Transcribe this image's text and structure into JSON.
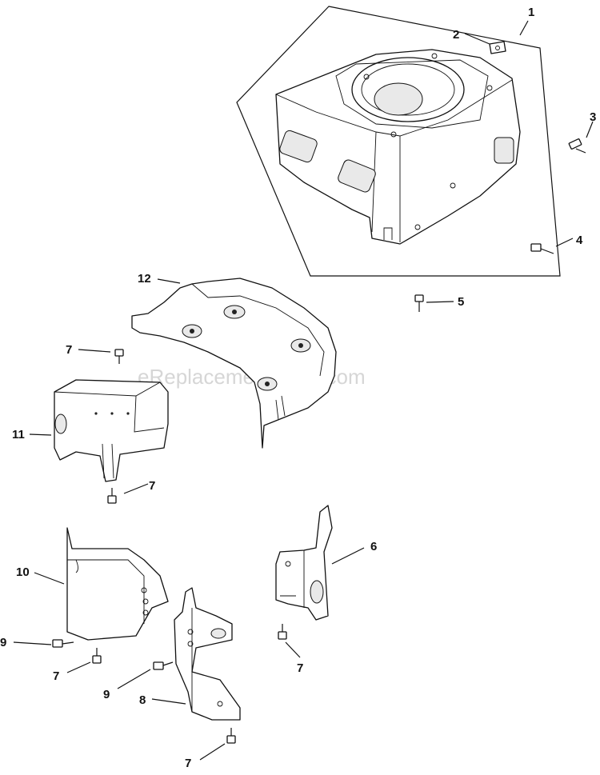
{
  "watermark": "eReplacementParts.com",
  "callouts": {
    "c1": "1",
    "c2": "2",
    "c3": "3",
    "c4": "4",
    "c5": "5",
    "c6": "6",
    "c7a": "7",
    "c7b": "7",
    "c7c": "7",
    "c7d": "7",
    "c7e": "7",
    "c8": "8",
    "c9a": "9",
    "c9b": "9",
    "c10": "10",
    "c11": "11",
    "c12": "12"
  }
}
